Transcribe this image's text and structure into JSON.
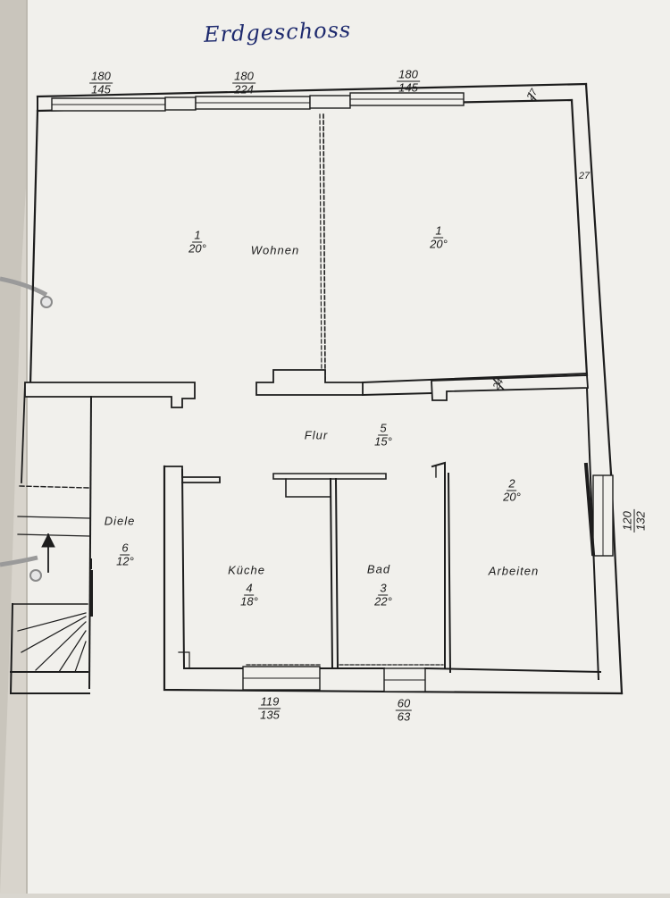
{
  "title": "Erdgeschoss",
  "rooms": {
    "wohnen_left": {
      "num": "1",
      "temp": "20°"
    },
    "wohnen_label": "Wohnen",
    "wohnen_right": {
      "num": "1",
      "temp": "20°"
    },
    "flur": {
      "label": "Flur",
      "num": "5",
      "temp": "15°"
    },
    "diele": {
      "label": "Diele",
      "num": "6",
      "temp": "12°"
    },
    "kueche": {
      "label": "Küche",
      "num": "4",
      "temp": "18°"
    },
    "bad": {
      "label": "Bad",
      "num": "3",
      "temp": "22°"
    },
    "arbeiten": {
      "label": "Arbeiten",
      "num": "2",
      "temp": "20°"
    }
  },
  "windows": {
    "top_left": {
      "w": "180",
      "h": "145"
    },
    "top_mid": {
      "w": "180",
      "h": "224"
    },
    "top_right": {
      "w": "180",
      "h": "145"
    },
    "bottom_left": {
      "w": "119",
      "h": "135"
    },
    "bottom_right": {
      "w": "60",
      "h": "63"
    },
    "right_side": {
      "w": "120",
      "h": "132"
    }
  },
  "wall_marks": {
    "corner": "27",
    "right_wall": "27",
    "inner": "24"
  }
}
